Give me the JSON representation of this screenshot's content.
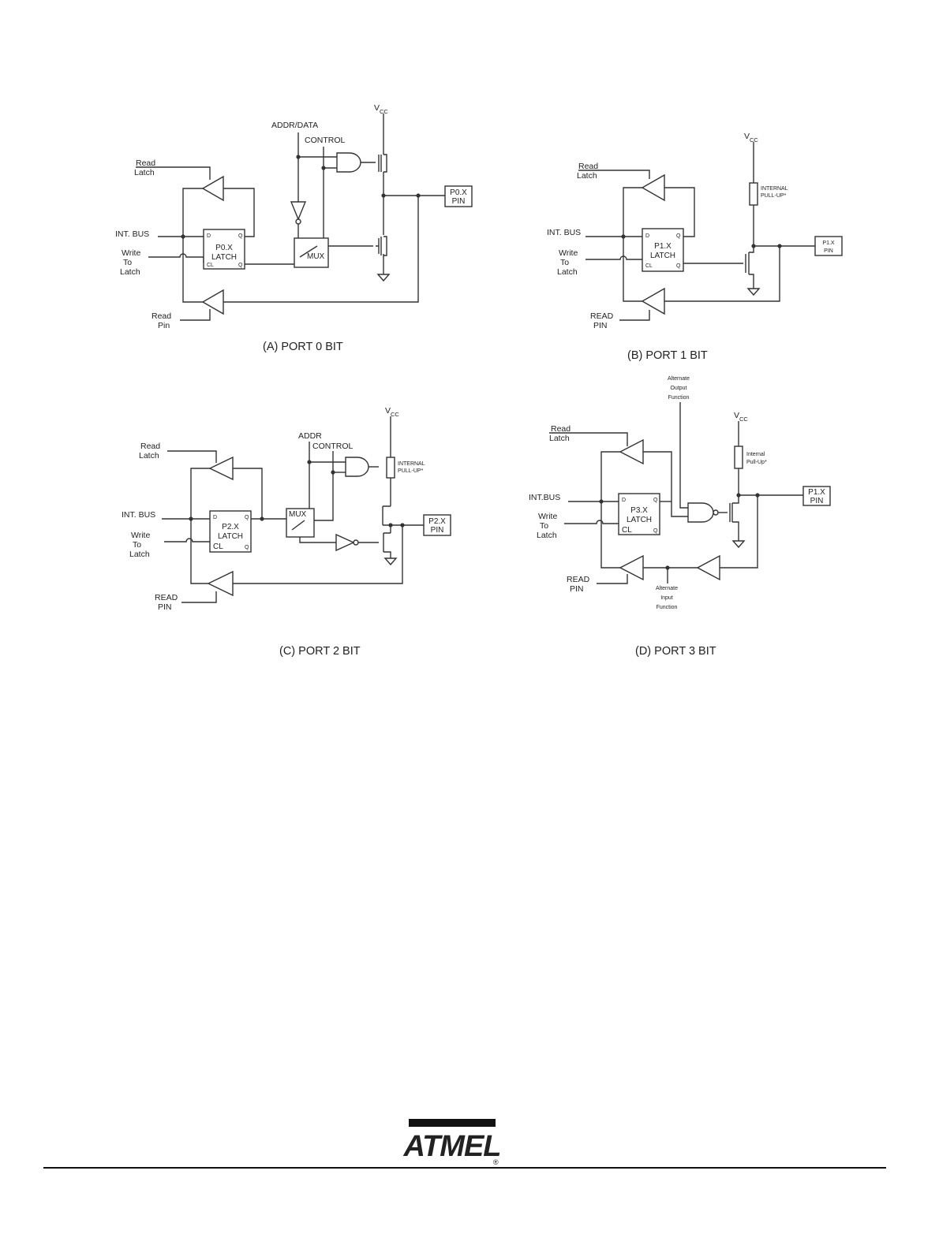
{
  "figure": {
    "panels": [
      {
        "caption": "(A) PORT 0 BIT",
        "labels": {
          "read_latch": [
            "Read",
            "Latch"
          ],
          "int_bus": "INT. BUS",
          "write_to_latch": [
            "Write",
            "To",
            "Latch"
          ],
          "read_pin": [
            "Read",
            "Pin"
          ],
          "addr": "ADDR/DATA",
          "control": "CONTROL",
          "vcc": "V",
          "vcc_sub": "CC",
          "latch": [
            "P0.X",
            "LATCH"
          ],
          "latch_d": "D",
          "latch_q": "Q",
          "latch_cl": "CL",
          "latch_qbar": "Q",
          "mux": "MUX",
          "pin": [
            "P0.X",
            "PIN"
          ]
        }
      },
      {
        "caption": "(B) PORT 1 BIT",
        "labels": {
          "read_latch": [
            "Read",
            "Latch"
          ],
          "int_bus": "INT. BUS",
          "write_to_latch": [
            "Write",
            "To",
            "Latch"
          ],
          "read_pin": [
            "READ",
            "PIN"
          ],
          "vcc": "V",
          "vcc_sub": "CC",
          "pullup": [
            "INTERNAL",
            "PULL-UP*"
          ],
          "latch": [
            "P1.X",
            "LATCH"
          ],
          "latch_d": "D",
          "latch_q": "Q",
          "latch_cl": "CL",
          "latch_qbar": "Q",
          "pin": [
            "P1.X",
            "PIN"
          ]
        }
      },
      {
        "caption": "(C) PORT 2 BIT",
        "labels": {
          "read_latch": [
            "Read",
            "Latch"
          ],
          "int_bus": "INT. BUS",
          "write_to_latch": [
            "Write",
            "To",
            "Latch"
          ],
          "read_pin": [
            "READ",
            "PIN"
          ],
          "addr": "ADDR",
          "control": "CONTROL",
          "vcc": "V",
          "vcc_sub": "CC",
          "pullup": [
            "INTERNAL",
            "PULL-UP*"
          ],
          "latch": [
            "P2.X",
            "LATCH"
          ],
          "latch_d": "D",
          "latch_q": "Q",
          "latch_cl": "CL",
          "latch_qbar": "Q",
          "mux": "MUX",
          "pin": [
            "P2.X",
            "PIN"
          ]
        }
      },
      {
        "caption": "(D) PORT 3 BIT",
        "labels": {
          "read_latch": [
            "Read",
            "Latch"
          ],
          "int_bus": "INT.BUS",
          "write_to_latch": [
            "Write",
            "To",
            "Latch"
          ],
          "read_pin": [
            "READ",
            "PIN"
          ],
          "alt_output": [
            "Alternate",
            "Output",
            "Function"
          ],
          "alt_input": [
            "Alternate",
            "Input",
            "Function"
          ],
          "vcc": "V",
          "vcc_sub": "CC",
          "pullup": [
            "Internal",
            "Pull-Up*"
          ],
          "latch": [
            "P3.X",
            "LATCH"
          ],
          "latch_d": "D",
          "latch_q": "Q",
          "latch_cl": "CL",
          "latch_qbar": "Q",
          "pin": [
            "P1.X",
            "PIN"
          ]
        }
      }
    ]
  },
  "footer": {
    "logo": "ATMEL",
    "registered_mark": "®"
  },
  "colors": {
    "ink": "#333333",
    "text": "#222222",
    "rule": "#111111",
    "logo": "#111111"
  }
}
